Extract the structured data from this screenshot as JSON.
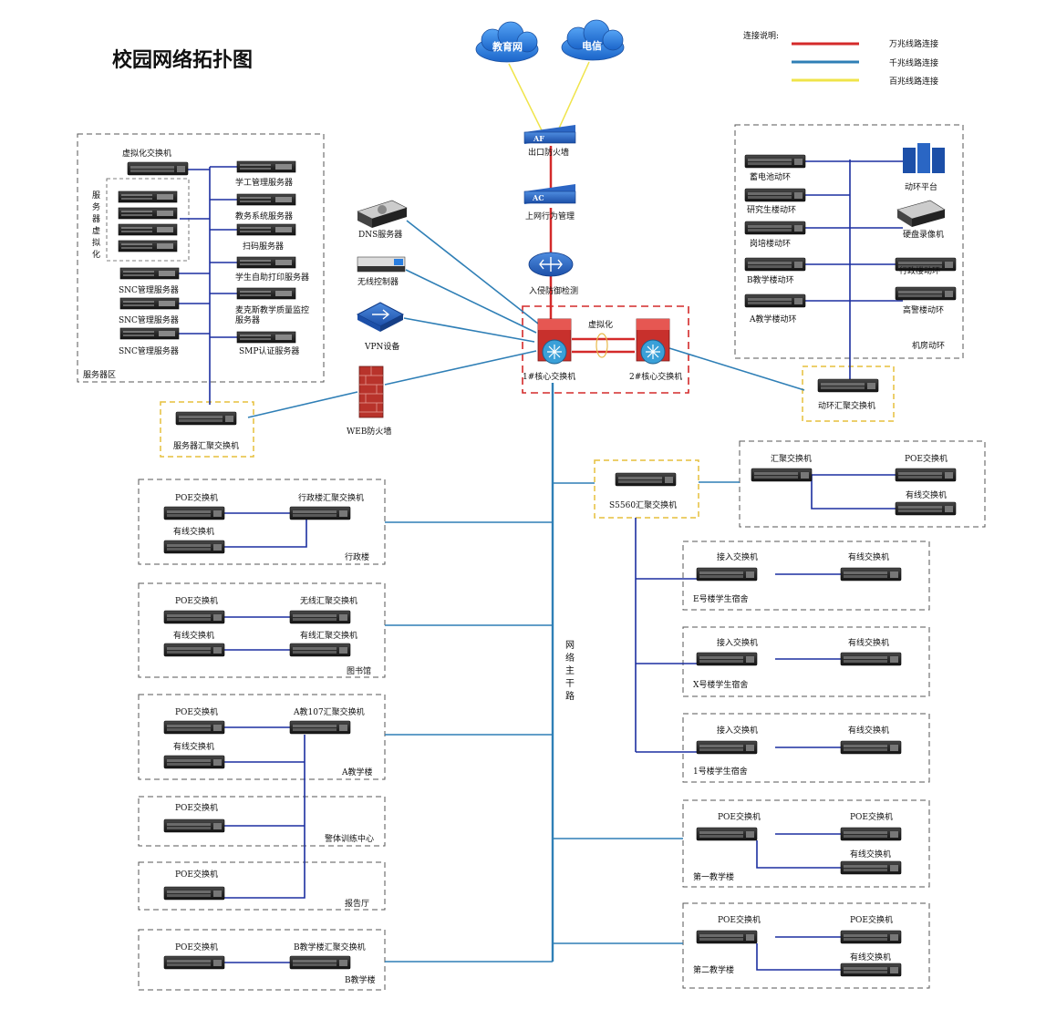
{
  "title": "校园网络拓扑图",
  "legend": {
    "heading": "连接说明:",
    "items": [
      {
        "label": "万兆线路连接",
        "color": "#d42a2a"
      },
      {
        "label": "千兆线路连接",
        "color": "#2f7fb6"
      },
      {
        "label": "百兆线路连接",
        "color": "#f0e44a"
      }
    ]
  },
  "colors": {
    "tenG": "#d42a2a",
    "gig": "#2f7fb6",
    "hundred": "#f0e44a",
    "navy": "#1c2fa0",
    "cloud": "#2a7ee0",
    "zone_dash": "#e6bf3b",
    "core_dash": "#d42a2a"
  },
  "clouds": {
    "edu": "教育网",
    "telecom": "电信"
  },
  "egress": {
    "firewall_badge": "AF",
    "firewall": "出口防火墙",
    "ac_badge": "AC",
    "ac": "上网行为管理",
    "ips": "入侵防御检测"
  },
  "core": {
    "virtual": "虚拟化",
    "switch1": "1#核心交换机",
    "switch2": "2#核心交换机"
  },
  "side_devices": {
    "dns": "DNS服务器",
    "wireless": "无线控制器",
    "vpn": "VPN设备",
    "web_fw": "WEB防火墙"
  },
  "server_zone": {
    "name": "服务器区",
    "virt_switch": "虚拟化交换机",
    "virt_label": "服务器虚拟化",
    "left_servers": [
      "SNC管理服务器",
      "SNC管理服务器",
      "SNC管理服务器"
    ],
    "right_servers": [
      "学工管理服务器",
      "教务系统服务器",
      "扫码服务器",
      "学生自助打印服务器",
      "麦克斯教学质量监控服务器",
      "SMP认证服务器"
    ],
    "agg": "服务器汇聚交换机"
  },
  "machine_room": {
    "name": "机房动环",
    "left": [
      "蓄电池动环",
      "研究生楼动环",
      "岗培楼动环",
      "B教学楼动环",
      "A教学楼动环"
    ],
    "right": [
      "动环平台",
      "硬盘录像机",
      "行政楼动环",
      "高警楼动环"
    ],
    "agg": "动环汇聚交换机"
  },
  "backbone": "网络主干路",
  "s5560": {
    "name": "S5560汇聚交换机",
    "sub": {
      "agg": "汇聚交换机",
      "poe": "POE交换机",
      "wired": "有线交换机"
    }
  },
  "left_buildings": [
    {
      "name": "行政楼",
      "left": [
        "POE交换机",
        "有线交换机"
      ],
      "right": "行政楼汇聚交换机"
    },
    {
      "name": "图书馆",
      "left": [
        "POE交换机",
        "有线交换机"
      ],
      "right": [
        "无线汇聚交换机",
        "有线汇聚交换机"
      ]
    },
    {
      "name": "A教学楼",
      "left": [
        "POE交换机",
        "有线交换机"
      ],
      "right": "A教107汇聚交换机"
    },
    {
      "name": "警体训练中心",
      "left": [
        "POE交换机"
      ]
    },
    {
      "name": "报告厅",
      "left": [
        "POE交换机"
      ]
    },
    {
      "name": "B教学楼",
      "left": [
        "POE交换机"
      ],
      "right": "B教学楼汇聚交换机"
    }
  ],
  "dorms": [
    {
      "name": "E号楼学生宿舍",
      "access": "接入交换机",
      "wired": "有线交换机"
    },
    {
      "name": "X号楼学生宿舍",
      "access": "接入交换机",
      "wired": "有线交换机"
    },
    {
      "name": "1号楼学生宿舍",
      "access": "接入交换机",
      "wired": "有线交换机"
    }
  ],
  "teach_buildings": [
    {
      "name": "第一教学楼",
      "left": "POE交换机",
      "right": [
        "POE交换机",
        "有线交换机"
      ]
    },
    {
      "name": "第二教学楼",
      "left": "POE交换机",
      "right": [
        "POE交换机",
        "有线交换机"
      ]
    }
  ]
}
